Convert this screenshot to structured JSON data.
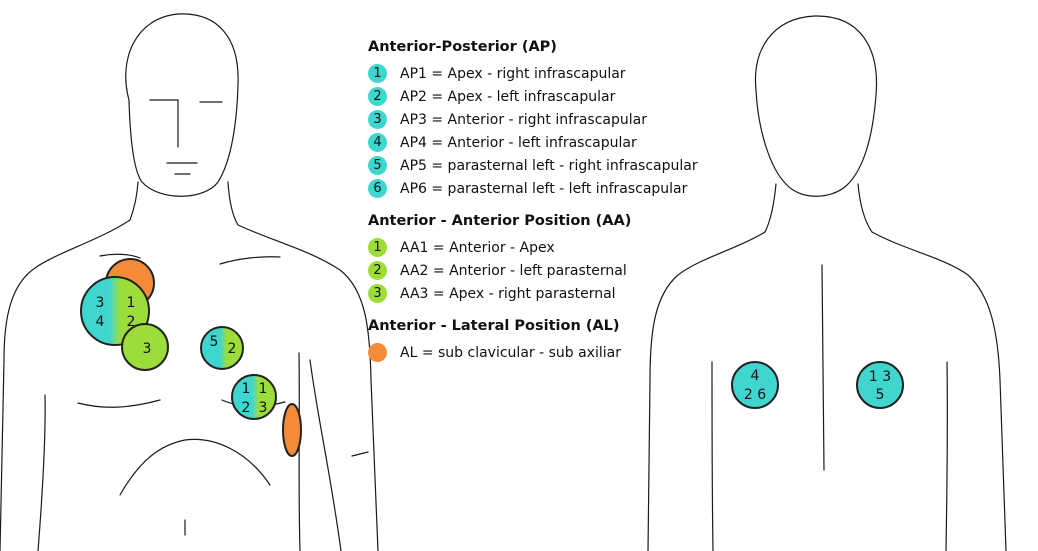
{
  "colors": {
    "ap": "#3fd6d0",
    "aa": "#9ddd3a",
    "al": "#f38b38",
    "outline": "#1a1a1a"
  },
  "legend": {
    "ap": {
      "title": "Anterior-Posterior (AP)",
      "items": [
        {
          "num": "1",
          "text": "AP1 = Apex - right infrascapular"
        },
        {
          "num": "2",
          "text": "AP2 = Apex - left infrascapular"
        },
        {
          "num": "3",
          "text": "AP3 = Anterior - right infrascapular"
        },
        {
          "num": "4",
          "text": "AP4 = Anterior - left infrascapular"
        },
        {
          "num": "5",
          "text": "AP5 = parasternal left -  right infrascapular"
        },
        {
          "num": "6",
          "text": "AP6 = parasternal left -  left infrascapular"
        }
      ]
    },
    "aa": {
      "title": "Anterior - Anterior Position (AA)",
      "items": [
        {
          "num": "1",
          "text": "AA1 = Anterior - Apex"
        },
        {
          "num": "2",
          "text": "AA2 = Anterior - left parasternal"
        },
        {
          "num": "3",
          "text": "AA3 = Apex - right parasternal"
        }
      ]
    },
    "al": {
      "title": "Anterior - Lateral Position (AL)",
      "items": [
        {
          "num": "",
          "text": "AL = sub clavicular - sub axiliar"
        }
      ]
    }
  },
  "front_pads": {
    "big_left": {
      "a": "3",
      "b": "1",
      "c": "4",
      "d": "2"
    },
    "small_left": "3",
    "mid": {
      "a": "5",
      "b": "2"
    },
    "lower": {
      "a": "1",
      "b": "1",
      "c": "2",
      "d": "3"
    }
  },
  "back_pads": {
    "left": {
      "top": "4",
      "bottom": "2 6"
    },
    "right": {
      "top": "1 3",
      "bottom": "5"
    }
  }
}
